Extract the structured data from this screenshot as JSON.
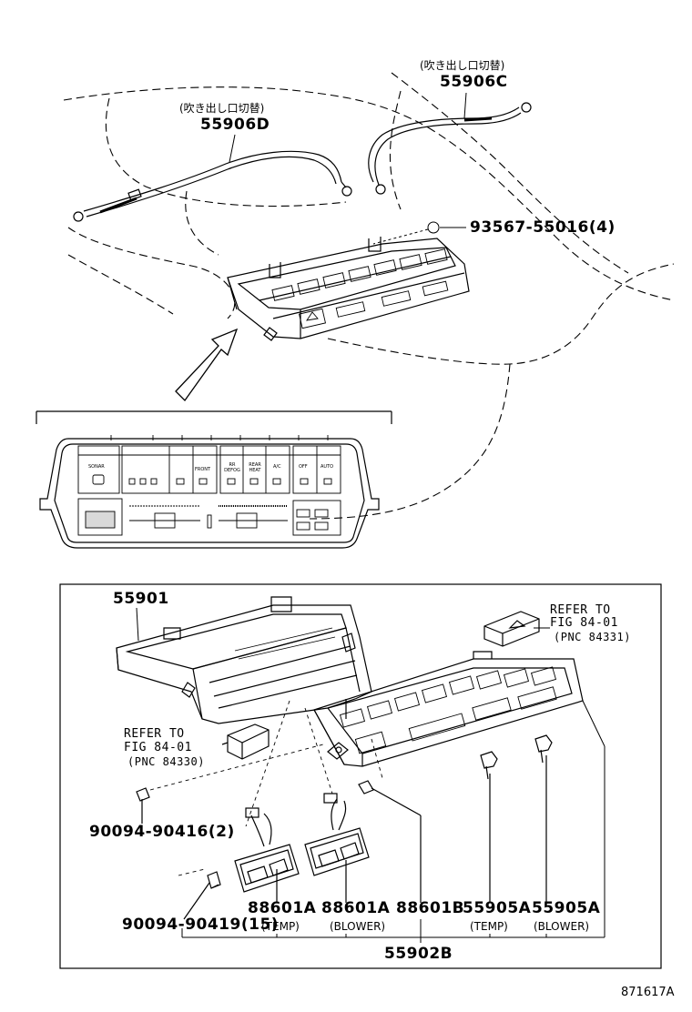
{
  "top_labels": {
    "cable_c_note": "(吹き出し口切替)",
    "cable_c_part": "55906C",
    "cable_d_note": "(吹き出し口切替)",
    "cable_d_part": "55906D",
    "screw_part": "93567-55016(4)"
  },
  "panel_buttons": {
    "sonar": "SONAR",
    "front": "FRONT",
    "rr_defog": "RR DEFOG",
    "rear_heat": "REAR HEAT",
    "ac": "A/C",
    "off": "OFF",
    "auto": "AUTO"
  },
  "bottom_labels": {
    "housing_part": "55901",
    "refer_top_1": "REFER TO",
    "refer_top_2": "FIG 84-01",
    "refer_top_3": "(PNC 84331)",
    "refer_left_1": "REFER TO",
    "refer_left_2": "FIG 84-01",
    "refer_left_3": "(PNC 84330)",
    "screw_a_part": "90094-90416(2)",
    "screw_b_part": "90094-90419(15)",
    "bulb_temp_part": "88601A",
    "bulb_temp_note": "(TEMP)",
    "bulb_blower_part": "88601A",
    "bulb_blower_note": "(BLOWER)",
    "bulb_b_part": "88601B",
    "knob_temp_part": "55905A",
    "knob_temp_note": "(TEMP)",
    "knob_blower_part": "55905A",
    "knob_blower_note": "(BLOWER)",
    "assembly_part": "55902B",
    "figure_code": "871617A"
  }
}
